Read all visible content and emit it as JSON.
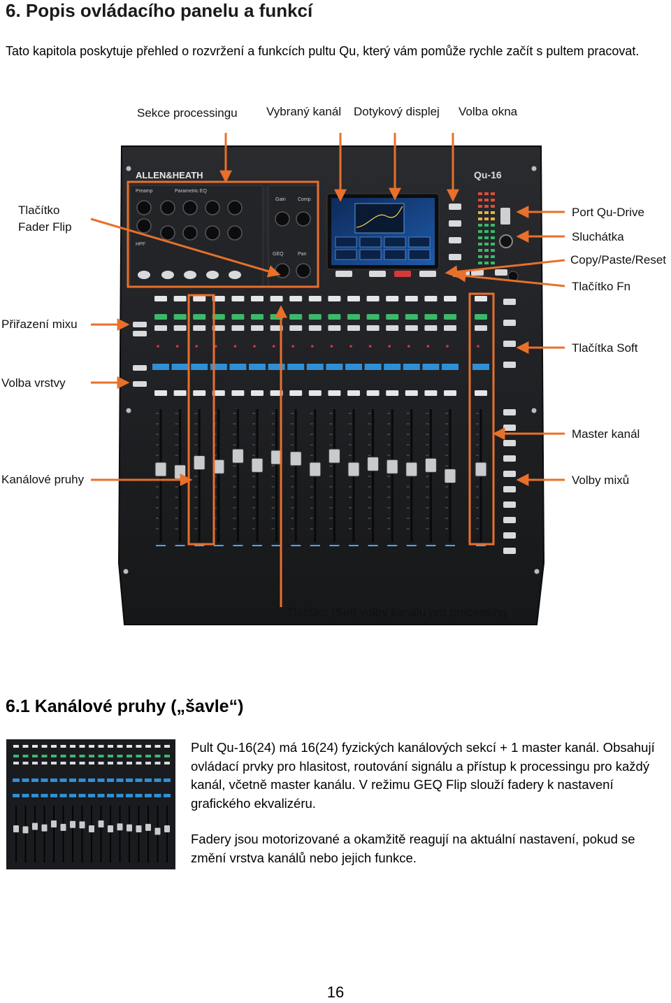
{
  "heading": "6. Popis ovládacího panelu a funkcí",
  "intro": "Tato kapitola poskytuje přehled o rozvržení a funkcích pultu Qu, který vám pomůže rychle začít s pultem pracovat.",
  "labels": {
    "top": [
      "Sekce processingu",
      "Vybraný kanál",
      "Dotykový displej",
      "Volba okna"
    ],
    "fader_flip_1": "Tlačítko",
    "fader_flip_2": "Fader Flip",
    "mix_assign": "Přiřazení mixu",
    "layer_select": "Volba vrstvy",
    "channel_strips": "Kanálové pruhy",
    "qu_drive": "Port Qu-Drive",
    "headphones": "Sluchátka",
    "copy_paste": "Copy/Paste/Reset",
    "fn_button": "Tlačítko Fn",
    "soft_keys": "Tlačítka Soft",
    "master_channel": "Master kanál",
    "mix_select": "Volby mixů",
    "sel_button": "Tlačítko (Sel) volby kanálu pro processing"
  },
  "console": {
    "brand": "ALLEN&HEATH",
    "model": "Qu-16",
    "sections": [
      "Preamp",
      "Parametric EQ",
      "Gain",
      "Comp",
      "GEQ",
      "Pan",
      "HPF"
    ]
  },
  "section_6_1": {
    "title": "6.1 Kanálové pruhy („šavle“)",
    "paragraph1": "Pult Qu-16(24) má 16(24) fyzických kanálových sekcí + 1 master kanál. Obsahují ovládací prvky pro hlasitost, routování signálu a přístup k processingu pro každý kanál, včetně master kanálu. V režimu GEQ Flip slouží fadery k nastavení grafického ekvalizéru.",
    "paragraph2": "Fadery jsou motorizované a okamžitě reagují na aktuální nastavení, pokud se změní vrstva kanálů nebo jejich funkce."
  },
  "page_number": "16",
  "colors": {
    "annotation": "#e8702a",
    "console": "#1c1d20",
    "led_blue": "#2f8fd6"
  }
}
